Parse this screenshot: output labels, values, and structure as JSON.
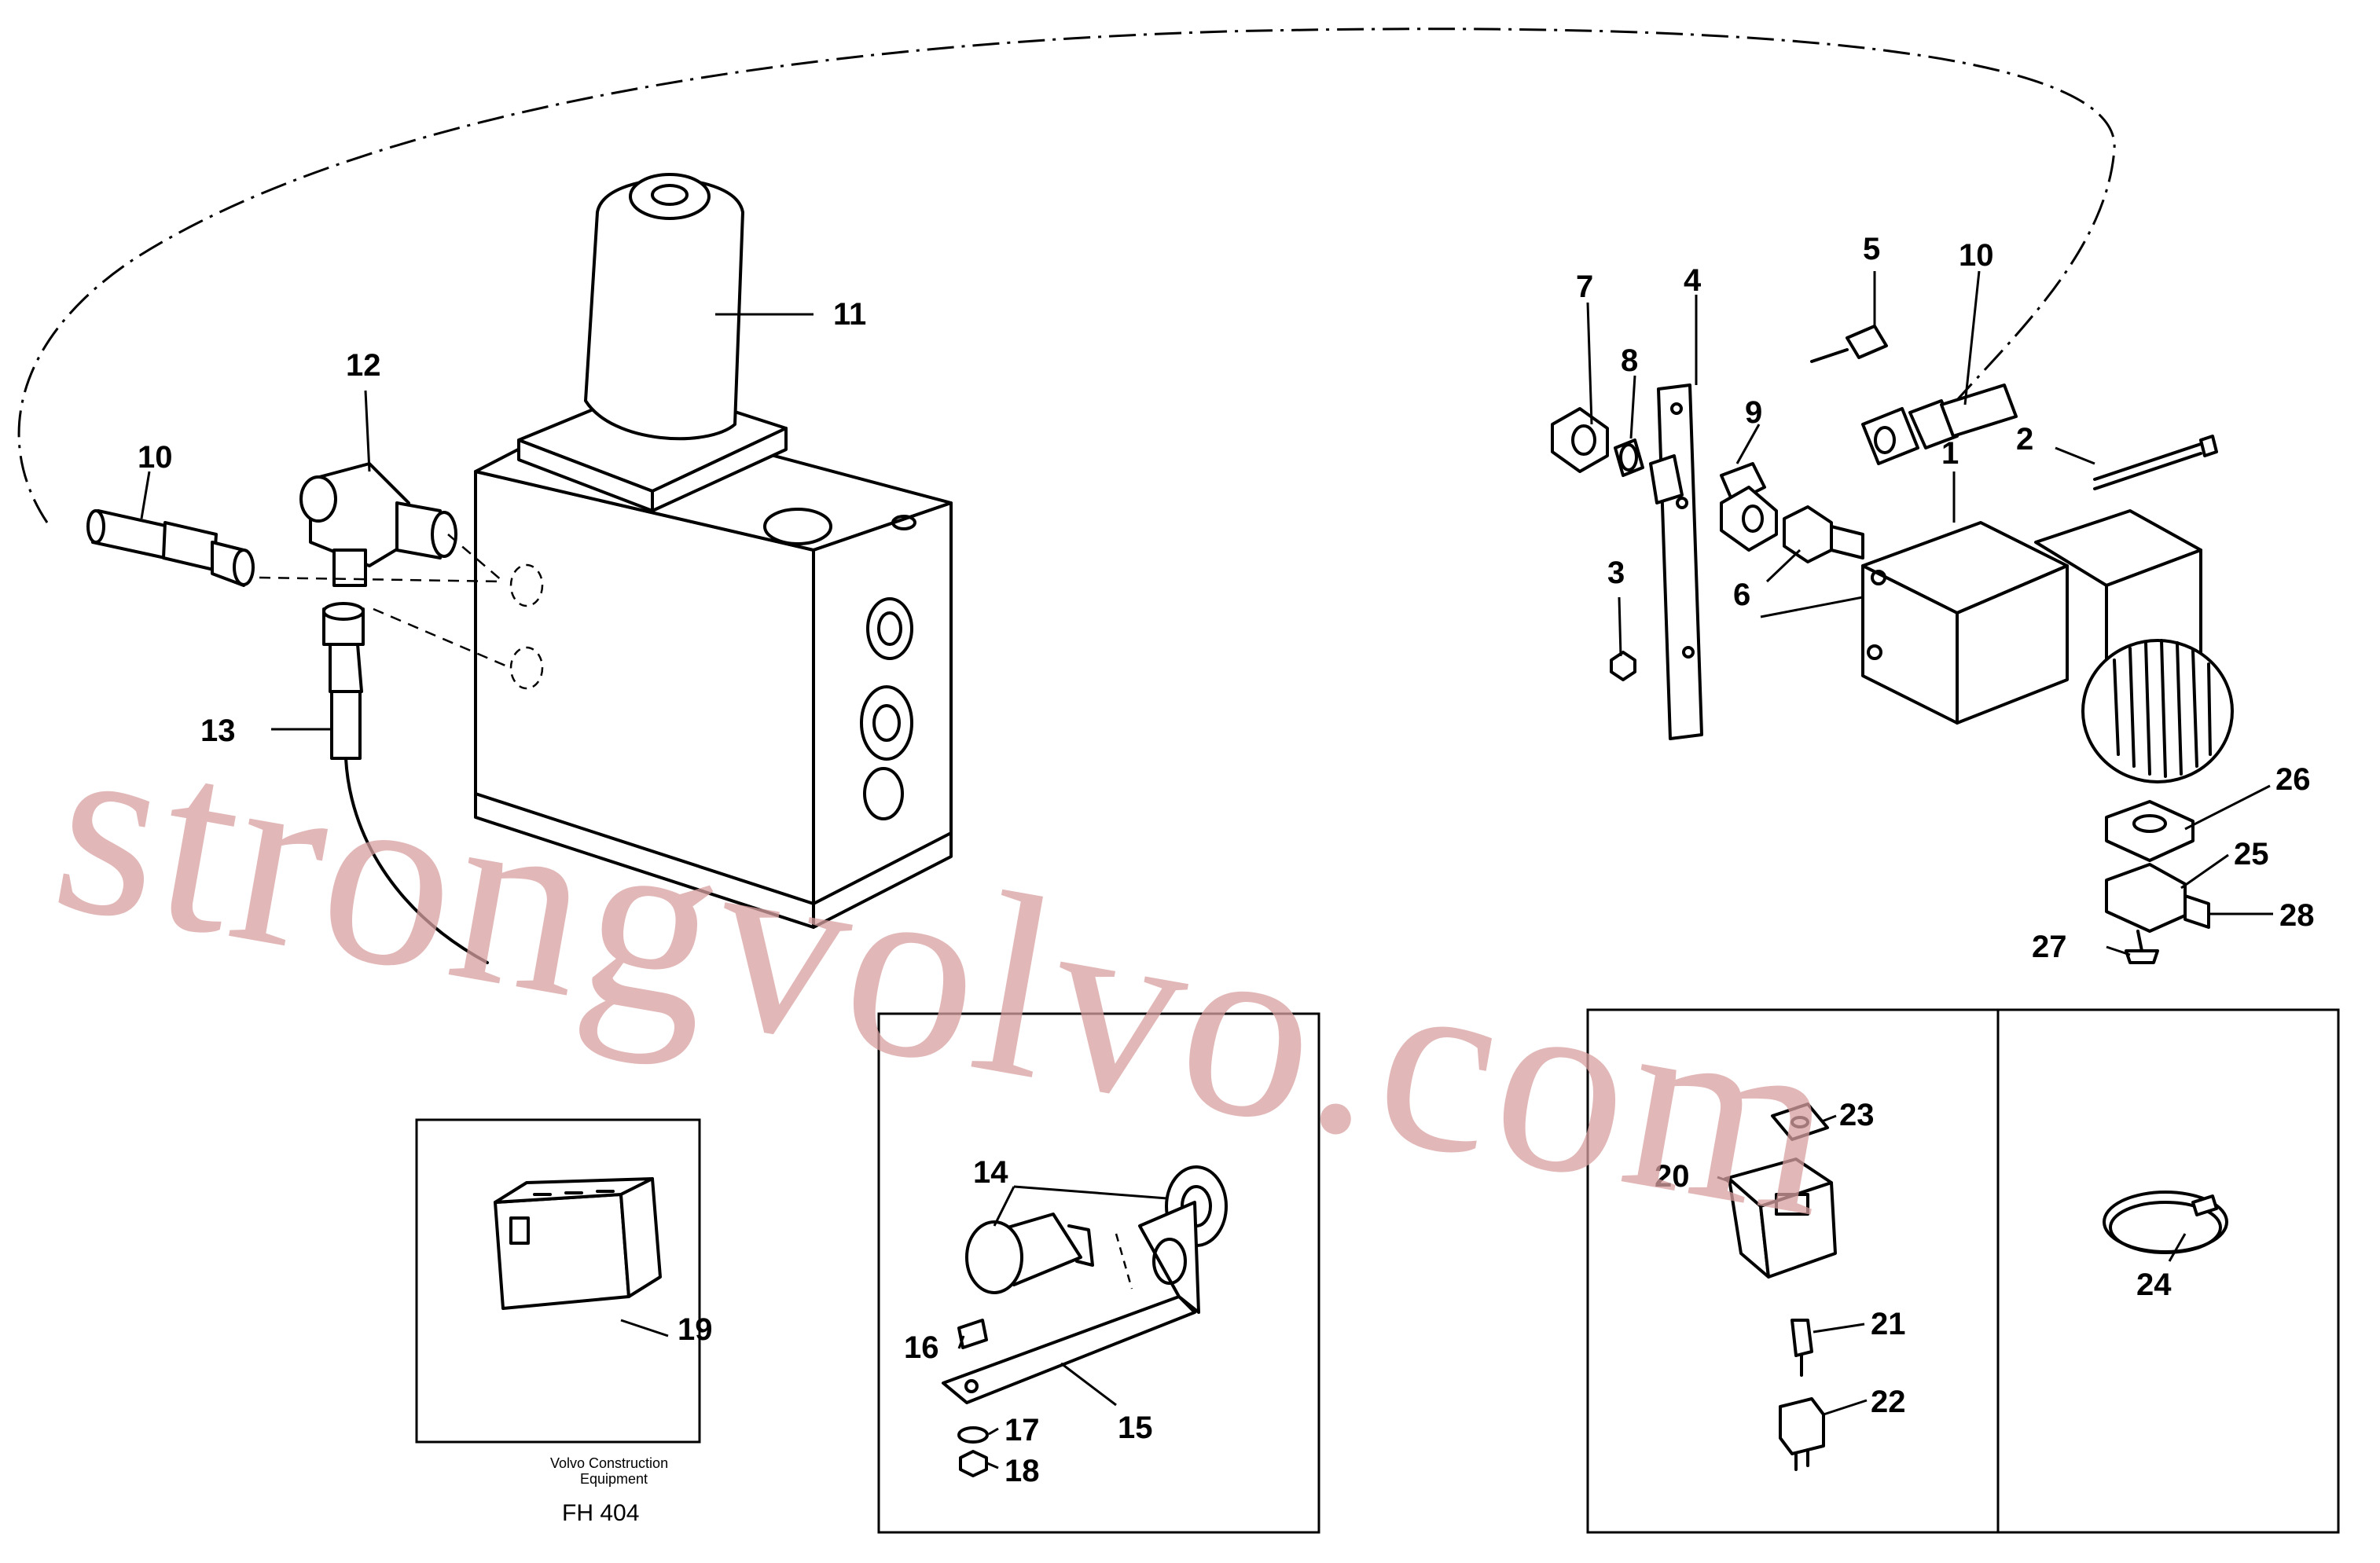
{
  "diagram": {
    "part_labels": {
      "p1": "1",
      "p2": "2",
      "p3": "3",
      "p4": "4",
      "p5": "5",
      "p6": "6",
      "p7": "7",
      "p8": "8",
      "p9": "9",
      "p10a": "10",
      "p10b": "10",
      "p11": "11",
      "p12": "12",
      "p13": "13",
      "p14": "14",
      "p15": "15",
      "p16": "16",
      "p17": "17",
      "p18": "18",
      "p19": "19",
      "p20": "20",
      "p21": "21",
      "p22": "22",
      "p23": "23",
      "p24": "24",
      "p25": "25",
      "p26": "26",
      "p27": "27",
      "p28": "28"
    },
    "footer": {
      "company_line1": "Volvo Construction",
      "company_line2": "Equipment",
      "drawing_code": "FH  404"
    }
  },
  "watermark": "strongvolvo.com"
}
